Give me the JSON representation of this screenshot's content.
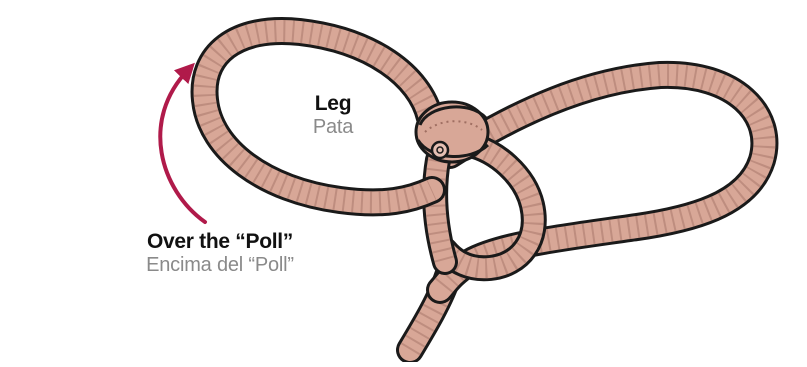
{
  "labels": {
    "leg": {
      "en": "Leg",
      "es": "Pata"
    },
    "poll": {
      "en": "Over the “Poll”",
      "es": "Encima del “Poll”"
    }
  },
  "colors": {
    "rope_fill": "#d8a797",
    "rope_outline": "#1a1a1a",
    "rope_texture": "#a06f62",
    "arrow": "#b01a4a",
    "english_text": "#111111",
    "spanish_text": "#8a8a8a"
  },
  "icons": {
    "arrow": "curved-arrow-up"
  }
}
